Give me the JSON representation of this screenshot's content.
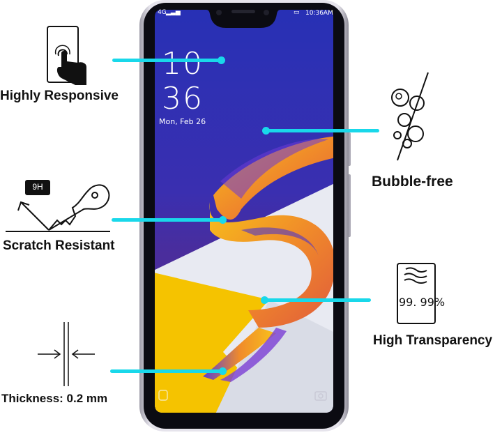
{
  "status_bar": {
    "network": "4G",
    "time": "10:36AM"
  },
  "lock_screen": {
    "hour": "10",
    "minute": "36",
    "date": "Mon, Feb 26"
  },
  "features": {
    "highly_responsive": "Highly Responsive",
    "scratch_resistant": "Scratch Resistant",
    "hardness_badge": "9H",
    "thickness": "Thickness: 0.2 mm",
    "bubble_free": "Bubble-free",
    "transparency_value": "99. 99%",
    "high_transparency": "High Transparency"
  },
  "colors": {
    "callout_line": "#19d8ea",
    "wallpaper_blue": "#2b2fb8",
    "wallpaper_yellow": "#f5c300",
    "frame": "#c9c7d2"
  }
}
